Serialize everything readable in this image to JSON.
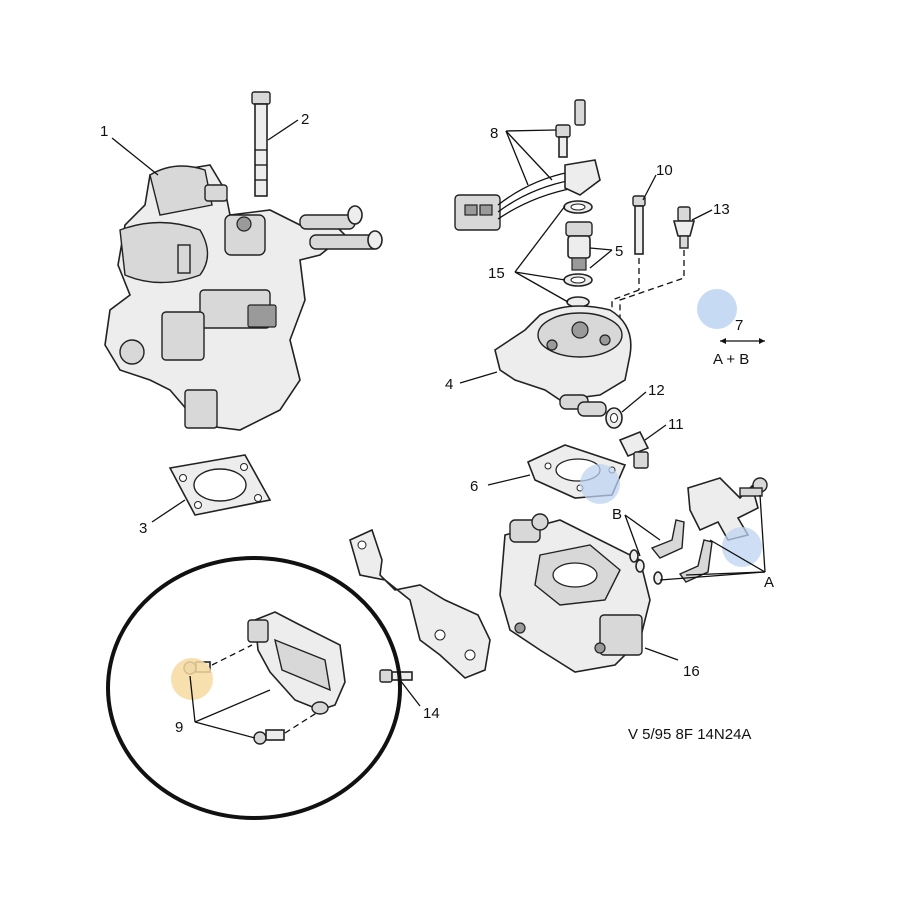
{
  "diagram": {
    "callouts": {
      "c1": "1",
      "c2": "2",
      "c3": "3",
      "c4": "4",
      "c5": "5",
      "c6": "6",
      "c7": "7",
      "c8": "8",
      "c9": "9",
      "c10": "10",
      "c11": "11",
      "c12": "12",
      "c13": "13",
      "c14": "14",
      "c15": "15",
      "c16": "16",
      "cA": "A",
      "cB": "B"
    },
    "legend_ab": "A + B",
    "reference_code": "V 5/95 8F 14N24A",
    "highlight_colors": {
      "blue": "#bcd3f2",
      "orange": "#f7d9a0"
    },
    "circle_color": "#111111"
  }
}
